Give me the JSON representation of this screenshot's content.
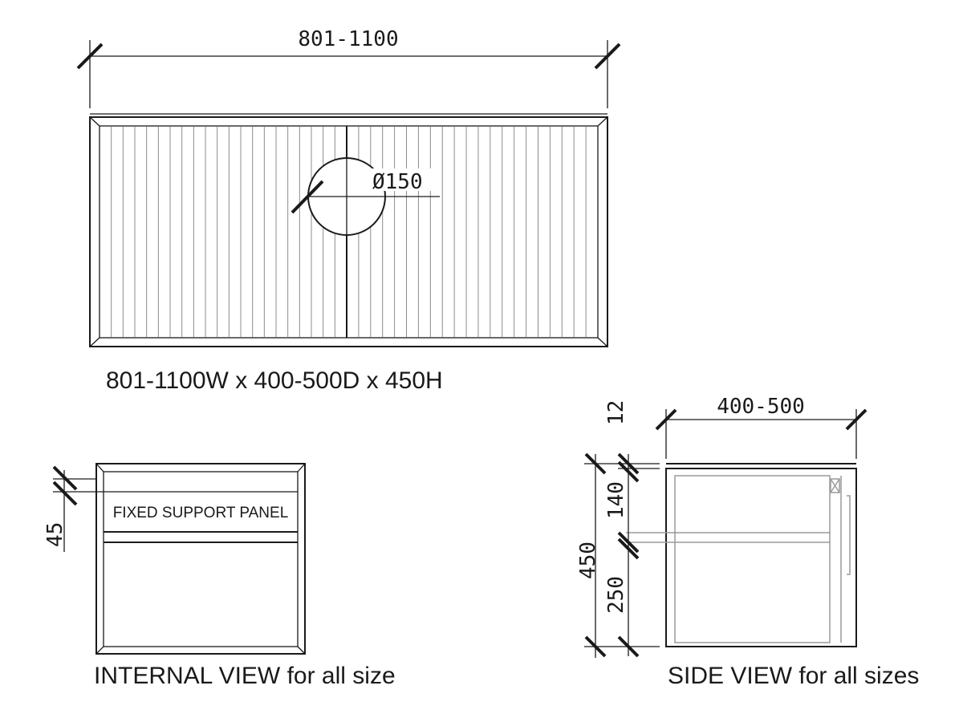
{
  "top_view": {
    "width_dim": "801-1100",
    "hole_dim": "Ø150",
    "caption": "801-1100W x 400-500D x 450H",
    "flute_count_per_half": 21
  },
  "internal_view": {
    "dim": "45",
    "panel_label": "FIXED SUPPORT PANEL",
    "caption": "INTERNAL VIEW for all size"
  },
  "side_view": {
    "depth_dim": "400-500",
    "top_dim": "12",
    "upper_dim": "140",
    "lower_dim": "250",
    "height_dim": "450",
    "caption": "SIDE VIEW for all sizes"
  }
}
